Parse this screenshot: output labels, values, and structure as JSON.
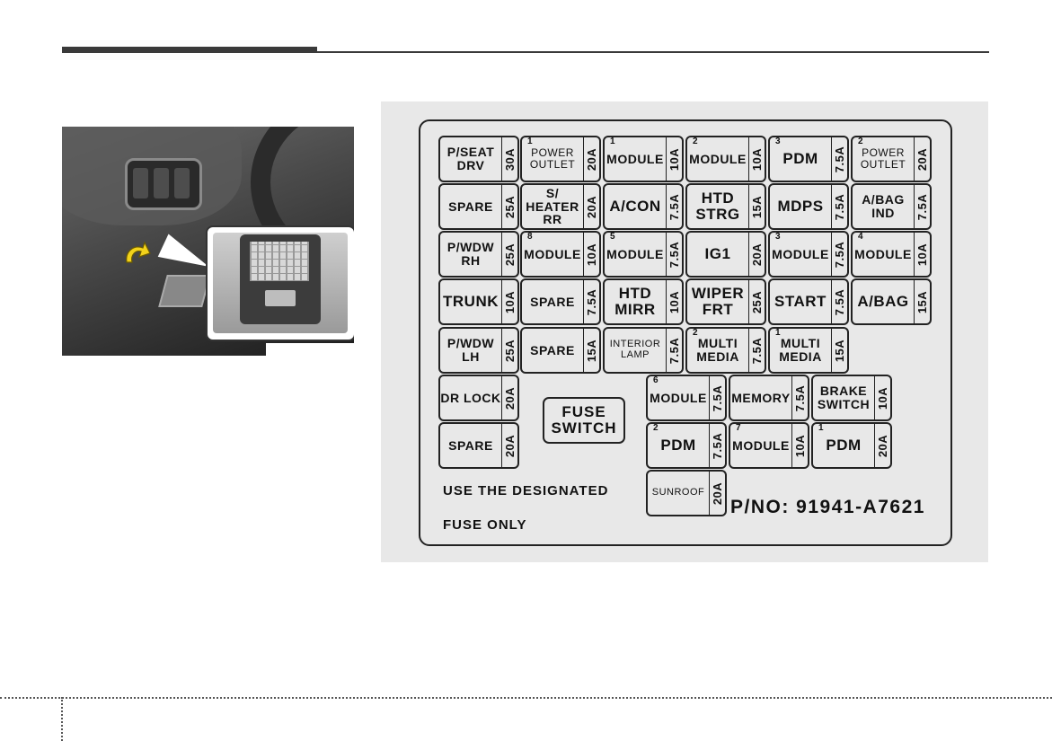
{
  "diagram": {
    "fuses": [
      {
        "num": "",
        "name": "P/SEAT\nDRV",
        "rating": "30A"
      },
      {
        "num": "1",
        "name": "POWER\nOUTLET",
        "rating": "20A"
      },
      {
        "num": "1",
        "name": "MODULE",
        "rating": "10A"
      },
      {
        "num": "2",
        "name": "MODULE",
        "rating": "10A"
      },
      {
        "num": "3",
        "name": "PDM",
        "rating": "7.5A"
      },
      {
        "num": "2",
        "name": "POWER\nOUTLET",
        "rating": "20A"
      },
      {
        "num": "",
        "name": "SPARE",
        "rating": "25A"
      },
      {
        "num": "",
        "name": "S/\nHEATER\nRR",
        "rating": "20A"
      },
      {
        "num": "",
        "name": "A/CON",
        "rating": "7.5A"
      },
      {
        "num": "",
        "name": "HTD\nSTRG",
        "rating": "15A"
      },
      {
        "num": "",
        "name": "MDPS",
        "rating": "7.5A"
      },
      {
        "num": "",
        "name": "A/BAG\nIND",
        "rating": "7.5A"
      },
      {
        "num": "",
        "name": "P/WDW\nRH",
        "rating": "25A"
      },
      {
        "num": "8",
        "name": "MODULE",
        "rating": "10A"
      },
      {
        "num": "5",
        "name": "MODULE",
        "rating": "7.5A"
      },
      {
        "num": "",
        "name": "IG1",
        "rating": "20A"
      },
      {
        "num": "3",
        "name": "MODULE",
        "rating": "7.5A"
      },
      {
        "num": "4",
        "name": "MODULE",
        "rating": "10A"
      },
      {
        "num": "",
        "name": "TRUNK",
        "rating": "10A"
      },
      {
        "num": "",
        "name": "SPARE",
        "rating": "7.5A"
      },
      {
        "num": "",
        "name": "HTD\nMIRR",
        "rating": "10A"
      },
      {
        "num": "",
        "name": "WIPER\nFRT",
        "rating": "25A"
      },
      {
        "num": "",
        "name": "START",
        "rating": "7.5A"
      },
      {
        "num": "",
        "name": "A/BAG",
        "rating": "15A"
      },
      {
        "num": "",
        "name": "P/WDW\nLH",
        "rating": "25A"
      },
      {
        "num": "",
        "name": "SPARE",
        "rating": "15A"
      },
      {
        "num": "",
        "name": "INTERIOR\nLAMP",
        "rating": "7.5A"
      },
      {
        "num": "2",
        "name": "MULTI\nMEDIA",
        "rating": "7.5A"
      },
      {
        "num": "1",
        "name": "MULTI\nMEDIA",
        "rating": "15A"
      },
      {
        "num": "",
        "name": "DR LOCK",
        "rating": "20A"
      },
      {
        "num": "6",
        "name": "MODULE",
        "rating": "7.5A"
      },
      {
        "num": "",
        "name": "MEMORY",
        "rating": "7.5A"
      },
      {
        "num": "",
        "name": "BRAKE\nSWITCH",
        "rating": "10A"
      },
      {
        "num": "",
        "name": "SPARE",
        "rating": "20A"
      },
      {
        "num": "2",
        "name": "PDM",
        "rating": "7.5A"
      },
      {
        "num": "7",
        "name": "MODULE",
        "rating": "10A"
      },
      {
        "num": "1",
        "name": "PDM",
        "rating": "20A"
      },
      {
        "num": "",
        "name": "SUNROOF",
        "rating": "20A"
      }
    ],
    "fuse_switch": "FUSE\nSWITCH",
    "note_line1": "USE THE DESIGNATED",
    "note_line2": "FUSE ONLY",
    "part_number": "P/NO: 91941-A7621"
  }
}
